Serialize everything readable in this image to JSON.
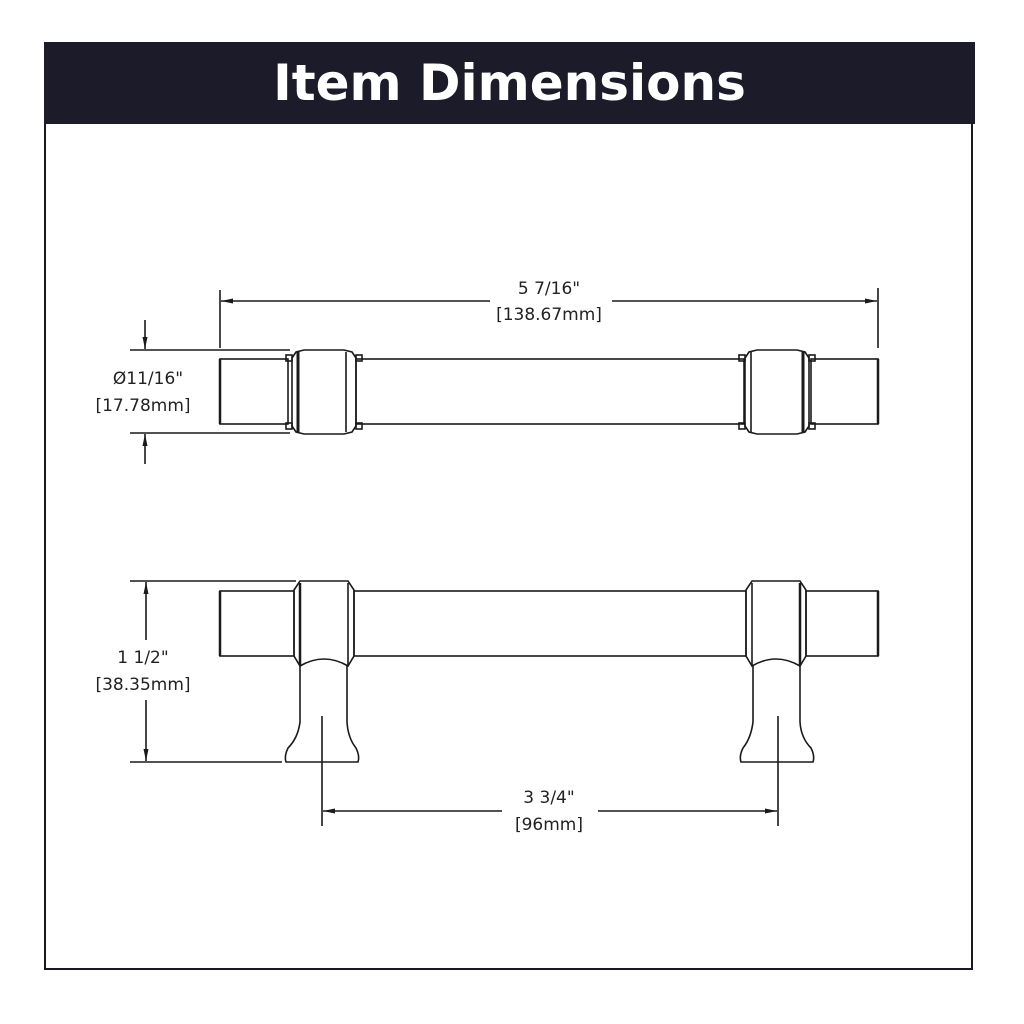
{
  "header": {
    "title": "Item Dimensions"
  },
  "colors": {
    "header_bg": "#1b1b29",
    "header_text": "#ffffff",
    "line": "#1a1a1a",
    "background": "#ffffff"
  },
  "views": {
    "top_view": {
      "overall_length": {
        "imperial": "5 7/16\"",
        "metric": "[138.67mm]"
      },
      "diameter": {
        "symbol": "Ø",
        "imperial": "11/16\"",
        "metric": "[17.78mm]",
        "label": "Ø11/16\""
      }
    },
    "side_view": {
      "projection": {
        "imperial": "1 1/2\"",
        "metric": "[38.35mm]"
      },
      "center_to_center": {
        "imperial": "3 3/4\"",
        "metric": "[96mm]"
      }
    }
  }
}
